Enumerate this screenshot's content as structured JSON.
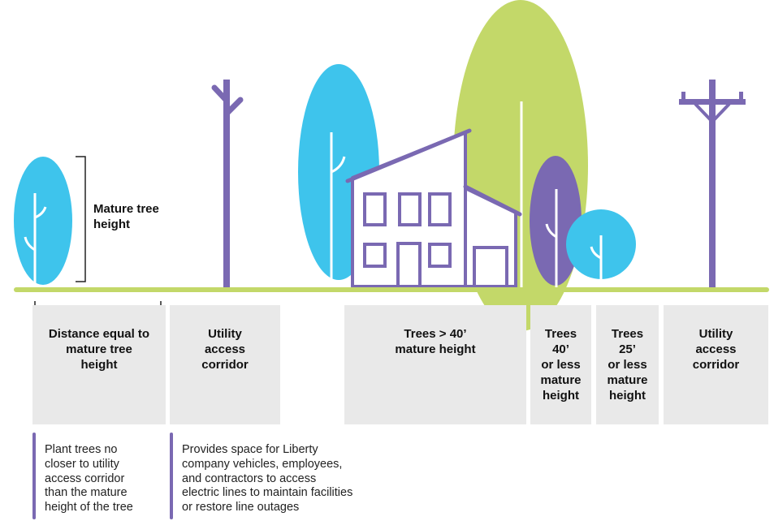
{
  "colors": {
    "cyan": "#3ec4ec",
    "green": "#c3d869",
    "purple": "#7a69b2",
    "ground": "#c3d869",
    "box_fill": "#e9e9e9"
  },
  "height_label": "Mature tree\nheight",
  "boxes": [
    {
      "label": "Distance equal to\nmature tree\nheight"
    },
    {
      "label": "Utility\naccess\ncorridor"
    },
    {
      "label": "Trees > 40’\nmature height"
    },
    {
      "label": "Trees\n40’\nor less\nmature\nheight"
    },
    {
      "label": "Trees\n25’\nor less\nmature\nheight"
    },
    {
      "label": "Utility\naccess\ncorridor"
    }
  ],
  "notes": [
    {
      "text": "Plant trees no\ncloser to utility\naccess corridor\nthan the mature\nheight of the tree"
    },
    {
      "text": "Provides space for Liberty\ncompany vehicles, employees,\nand contractors to access\nelectric lines to maintain facilities\nor restore line outages"
    }
  ]
}
